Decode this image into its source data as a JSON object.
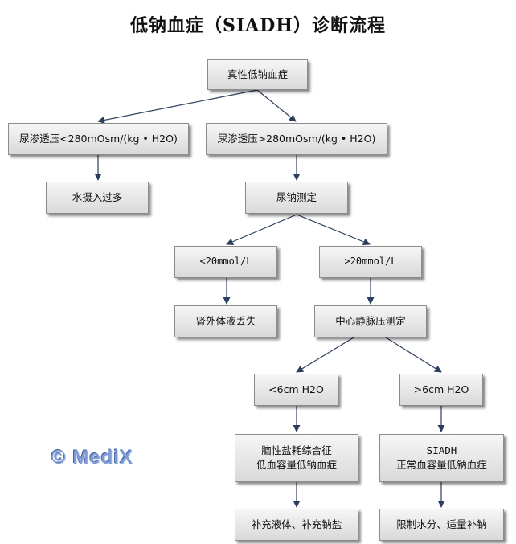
{
  "title": "低钠血症（SIADH）诊断流程",
  "watermark": "© MediX",
  "nodes": {
    "root": "真性低钠血症",
    "urine_osm_low": "尿渗透压<280mOsm/(kg • H2O)",
    "urine_osm_high": "尿渗透压>280mOsm/(kg • H2O)",
    "water_intake": "水摄入过多",
    "urine_na": "尿钠测定",
    "na_low": "<20mmol/L",
    "na_high": ">20mmol/L",
    "extrarenal_loss": "肾外体液丢失",
    "cvp": "中心静脉压测定",
    "cvp_low": "<6cm H2O",
    "cvp_high": ">6cm H2O",
    "csw_line1": "脑性盐耗综合征",
    "csw_line2": "低血容量低钠血症",
    "siadh_line1": "SIADH",
    "siadh_line2": "正常血容量低钠血症",
    "treat_csw": "补充液体、补充钠盐",
    "treat_siadh": "限制水分、适量补钠"
  },
  "colors": {
    "line": "#2c3e5e",
    "box_border": "#8c8c8c",
    "watermark": "#7f9bd6"
  }
}
